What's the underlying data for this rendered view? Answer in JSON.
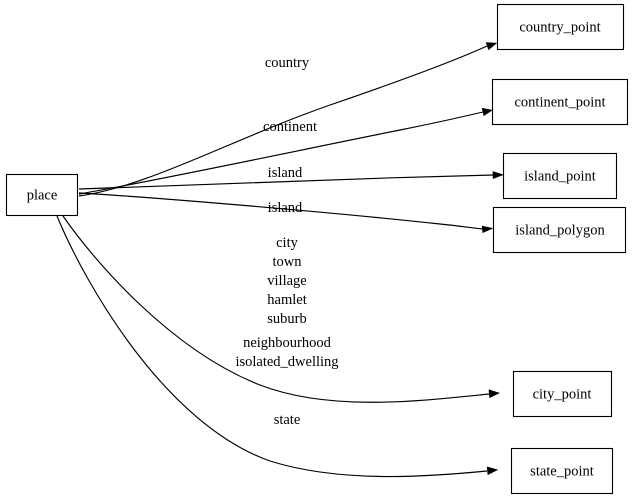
{
  "diagram": {
    "type": "directed-graph",
    "orientation": "left-to-right",
    "background_color": "#ffffff",
    "line_color": "#000000",
    "node_fill": "#ffffff",
    "source_node": {
      "id": "place",
      "label": "place"
    },
    "target_nodes": [
      {
        "id": "country_point",
        "label": "country_point"
      },
      {
        "id": "continent_point",
        "label": "continent_point"
      },
      {
        "id": "island_point",
        "label": "island_point"
      },
      {
        "id": "island_polygon",
        "label": "island_polygon"
      },
      {
        "id": "city_point",
        "label": "city_point"
      },
      {
        "id": "state_point",
        "label": "state_point"
      }
    ],
    "edges": [
      {
        "from": "place",
        "to": "country_point",
        "label_lines": [
          "country"
        ]
      },
      {
        "from": "place",
        "to": "continent_point",
        "label_lines": [
          "continent"
        ]
      },
      {
        "from": "place",
        "to": "island_point",
        "label_lines": [
          "island"
        ]
      },
      {
        "from": "place",
        "to": "island_polygon",
        "label_lines": [
          "island"
        ]
      },
      {
        "from": "place",
        "to": "city_point",
        "label_lines": [
          "city",
          "town",
          "village",
          "hamlet",
          "suburb",
          "neighbourhood",
          "isolated_dwelling"
        ]
      },
      {
        "from": "place",
        "to": "state_point",
        "label_lines": [
          "state"
        ]
      }
    ]
  }
}
